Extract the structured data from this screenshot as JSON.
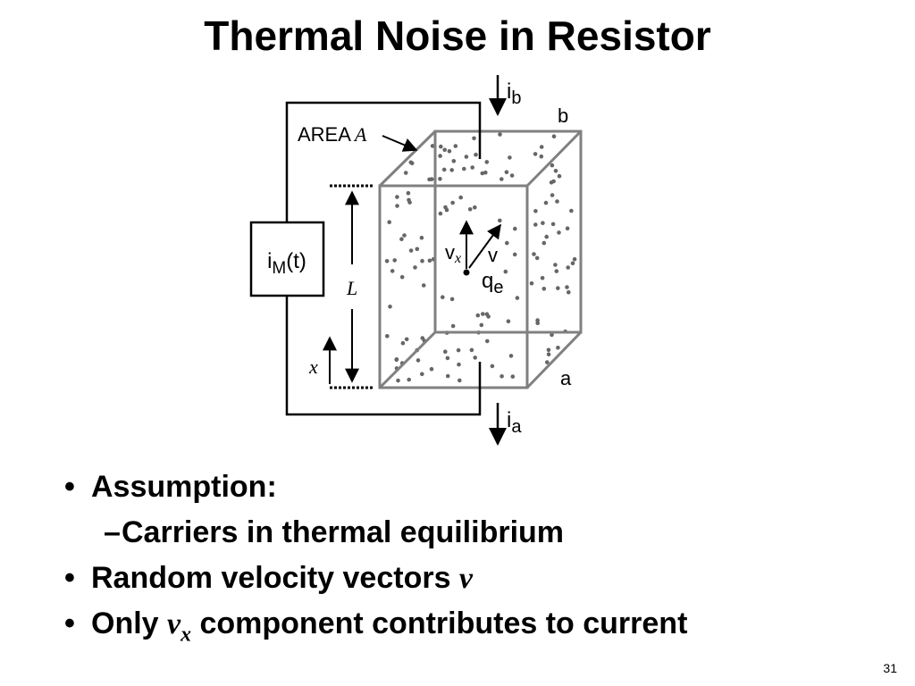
{
  "slide": {
    "title": "Thermal Noise in Resistor",
    "page_number": "31"
  },
  "diagram": {
    "area_label": "AREA",
    "area_symbol": "A",
    "source_label_main": "i",
    "source_label_sub": "M",
    "source_label_arg": "(t)",
    "length_label": "L",
    "position_label": "x",
    "velocity_x_main": "v",
    "velocity_x_sub": "x",
    "velocity_label": "v",
    "charge_main": "q",
    "charge_sub": "e",
    "current_b_main": "i",
    "current_b_sub": "b",
    "current_a_main": "i",
    "current_a_sub": "a",
    "node_b": "b",
    "node_a": "a",
    "colors": {
      "cube_edge": "#808080",
      "dots": "#666666",
      "wire": "#000000"
    }
  },
  "bullets": {
    "item1": "Assumption:",
    "item1_sub1": "Carriers in thermal equilibrium",
    "item2_text": "Random velocity vectors ",
    "item2_math": "v",
    "item3_pre": "Only ",
    "item3_math": "v",
    "item3_math_sub": "x",
    "item3_post": " component contributes to current",
    "bullet_glyph": "•",
    "sub_glyph": "–"
  }
}
